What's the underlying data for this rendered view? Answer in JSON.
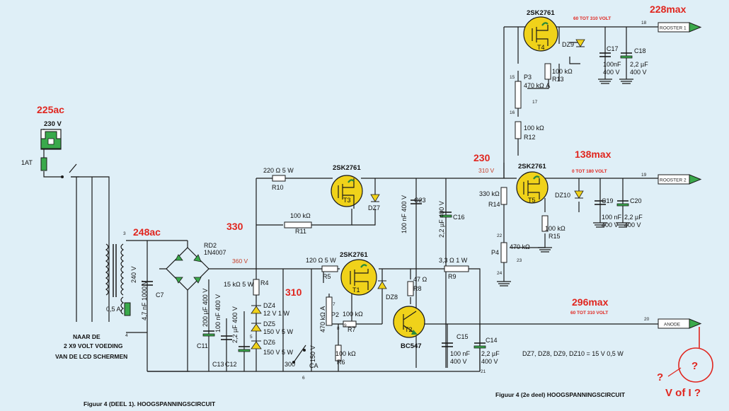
{
  "annotations": {
    "v225ac": "225ac",
    "v248ac": "248ac",
    "v330": "330",
    "v310": "310",
    "v230": "230",
    "v228max": "228max",
    "v138max": "138max",
    "v296max": "296max",
    "q1": "?",
    "q2": "?",
    "v_of_i": "V of I ?"
  },
  "labels": {
    "v230in": "230 V",
    "fuse_1at": "1AT",
    "naar_de_1": "NAAR DE",
    "naar_de_2": "2 X9 VOLT VOEDING",
    "naar_de_3": "VAN DE LCD SCHERMEN",
    "sec_v": "240 V",
    "c7_val": "4,7 nF 1000 V",
    "c7": "C7",
    "fuse_05a": "0,5 A.",
    "rd2": "RD2",
    "n4007": "1N4007",
    "v360": "360 V",
    "v310_small": "310 V",
    "r10_val": "220 Ω 5 W",
    "r10": "R10",
    "r11_val": "100 kΩ",
    "r11": "R11",
    "t3_type": "2SK2761",
    "t3": "T3",
    "dz7": "DZ7",
    "c23_val": "100 nF 400 V",
    "c23": "C23",
    "c16_val": "2,2 µF 400 V",
    "c16": "C16",
    "t1_type": "2SK2761",
    "t1": "T1",
    "r5_val": "120 Ω 5 W",
    "r5": "R5",
    "r9_val": "3,3 Ω 1 W",
    "r9": "R9",
    "r8_val": "47 Ω",
    "r8": "R8",
    "dz8": "DZ8",
    "t2": "T2",
    "bc547": "BC547",
    "r4_val": "15 kΩ 5 W",
    "r4": "R4",
    "dz4": "DZ4",
    "dz4_val": "12 V 1 W",
    "dz5": "DZ5",
    "dz5_val": "150 V 5 W",
    "dz6": "DZ6",
    "dz6_val": "150 V 5 W",
    "c11_val": "200 µF 400 V",
    "c11": "C11",
    "c13_val": "100 nF 400 V",
    "c13": "C13",
    "c12_val": "2,2 µF 400 V",
    "c12": "C12",
    "sw_300": "300",
    "sw_150": "150 V",
    "ca": "CA",
    "p2_val": "470 kΩ A",
    "p2": "P2",
    "r7_val": "100 kΩ",
    "r7": "R7",
    "r6_val": "100 kΩ",
    "r6": "R6",
    "c15": "C15",
    "c15_val1": "100 nF",
    "c15_val2": "400 V",
    "c14": "C14",
    "c14_val1": "2,2 µF",
    "c14_val2": "400 V",
    "dz_note": "DZ7, DZ8, DZ9, DZ10 = 15 V 0,5 W",
    "t4_type": "2SK2761",
    "t4": "T4",
    "range1": "60 TOT 310 VOLT",
    "dz9": "DZ9",
    "r13_val": "100 kΩ",
    "r13": "R13",
    "p3": "P3",
    "p3_val": "470 kΩ A",
    "r12_val": "100 kΩ",
    "r12": "R12",
    "c17": "C17",
    "c17_val1": "100nF",
    "c17_val2": "400 V",
    "c18": "C18",
    "c18_val1": "2,2 µF",
    "c18_val2": "400 V",
    "rooster1": "ROOSTER 1",
    "t5_type": "2SK2761",
    "t5": "T5",
    "range2": "0 TOT 180 VOLT",
    "dz10": "DZ10",
    "r14_val": "330 kΩ",
    "r14": "R14",
    "r15_val": "100 kΩ",
    "r15": "R15",
    "p4": "P4",
    "p4_val": "470 kΩ",
    "c19": "C19",
    "c19_val1": "100 nF",
    "c19_val2": "400 V",
    "c20": "C20",
    "c20_val1": "2,2 µF",
    "c20_val2": "400 V",
    "rooster2": "ROOSTER 2",
    "range3": "60 TOT 310 VOLT",
    "anode": "ANODE",
    "caption1": "Figuur 4 (DEEL 1).  HOOGSPANNINGSCIRCUIT",
    "caption2": "Figuur 4 (2e deel)  HOOGSPANNINGSCIRCUIT"
  },
  "nodes": {
    "n3": "3",
    "n4": "4",
    "n5": "5",
    "n6": "6",
    "n7": "7",
    "n8": "8",
    "n9": "9",
    "n15": "15",
    "n16": "16",
    "n17": "17",
    "n18": "18",
    "n19": "19",
    "n20": "20",
    "n21": "21",
    "n22": "22",
    "n23": "23",
    "n24": "24"
  },
  "colors": {
    "background": "#dfeff7",
    "annotation": "#e0261f",
    "component_green": "#3aa94b",
    "transistor_yellow": "#f0d21a"
  }
}
